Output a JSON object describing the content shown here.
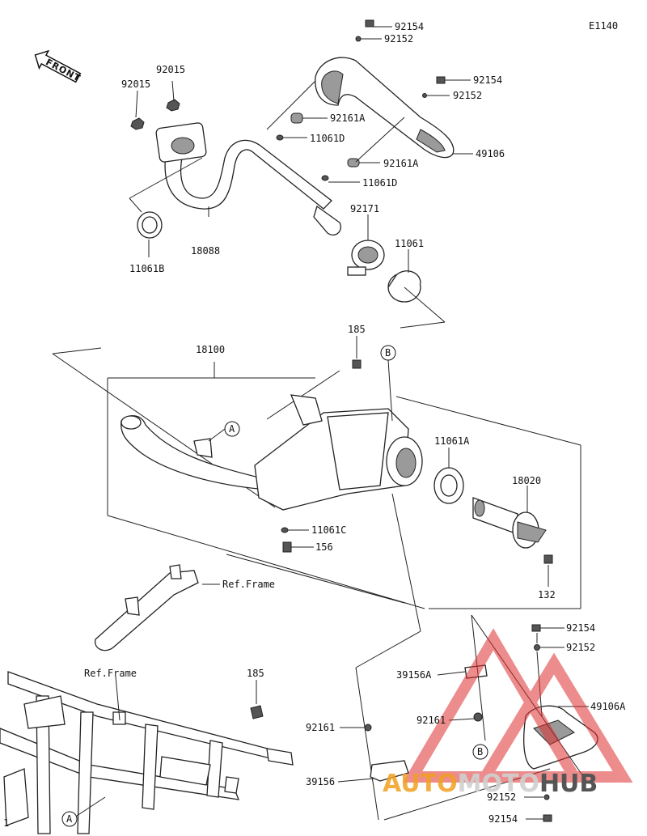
{
  "diagram_code": "E1140",
  "front_label": "FRONT",
  "ref_frame_1": "Ref.Frame",
  "ref_frame_2": "Ref.Frame",
  "callout_a": "A",
  "callout_b": "B",
  "parts": {
    "p92154_top": "92154",
    "p92152_top": "92152",
    "p92154_mid": "92154",
    "p92152_mid": "92152",
    "p92015_a": "92015",
    "p92015_b": "92015",
    "p92161a_1": "92161A",
    "p11061d_1": "11061D",
    "p92161a_2": "92161A",
    "p11061d_2": "11061D",
    "p49106": "49106",
    "p92171": "92171",
    "p11061": "11061",
    "p18088": "18088",
    "p11061b": "11061B",
    "p185_top": "185",
    "p18100": "18100",
    "p11061a": "11061A",
    "p18020": "18020",
    "p11061c": "11061C",
    "p156": "156",
    "p132": "132",
    "p185_bot": "185",
    "p92154_br": "92154",
    "p92152_br": "92152",
    "p39156a": "39156A",
    "p92161_r": "92161",
    "p49106a": "49106A",
    "p92161_l": "92161",
    "p39156": "39156",
    "p92152_bot": "92152",
    "p92154_bot": "92154"
  },
  "watermark": {
    "part1": "AUTO",
    "part2": "MOTO",
    "part3": "HUB",
    "color_orange": "#f0a020",
    "color_gray": "#555555",
    "color_red": "#e03030"
  },
  "frame_edge_label": "1"
}
